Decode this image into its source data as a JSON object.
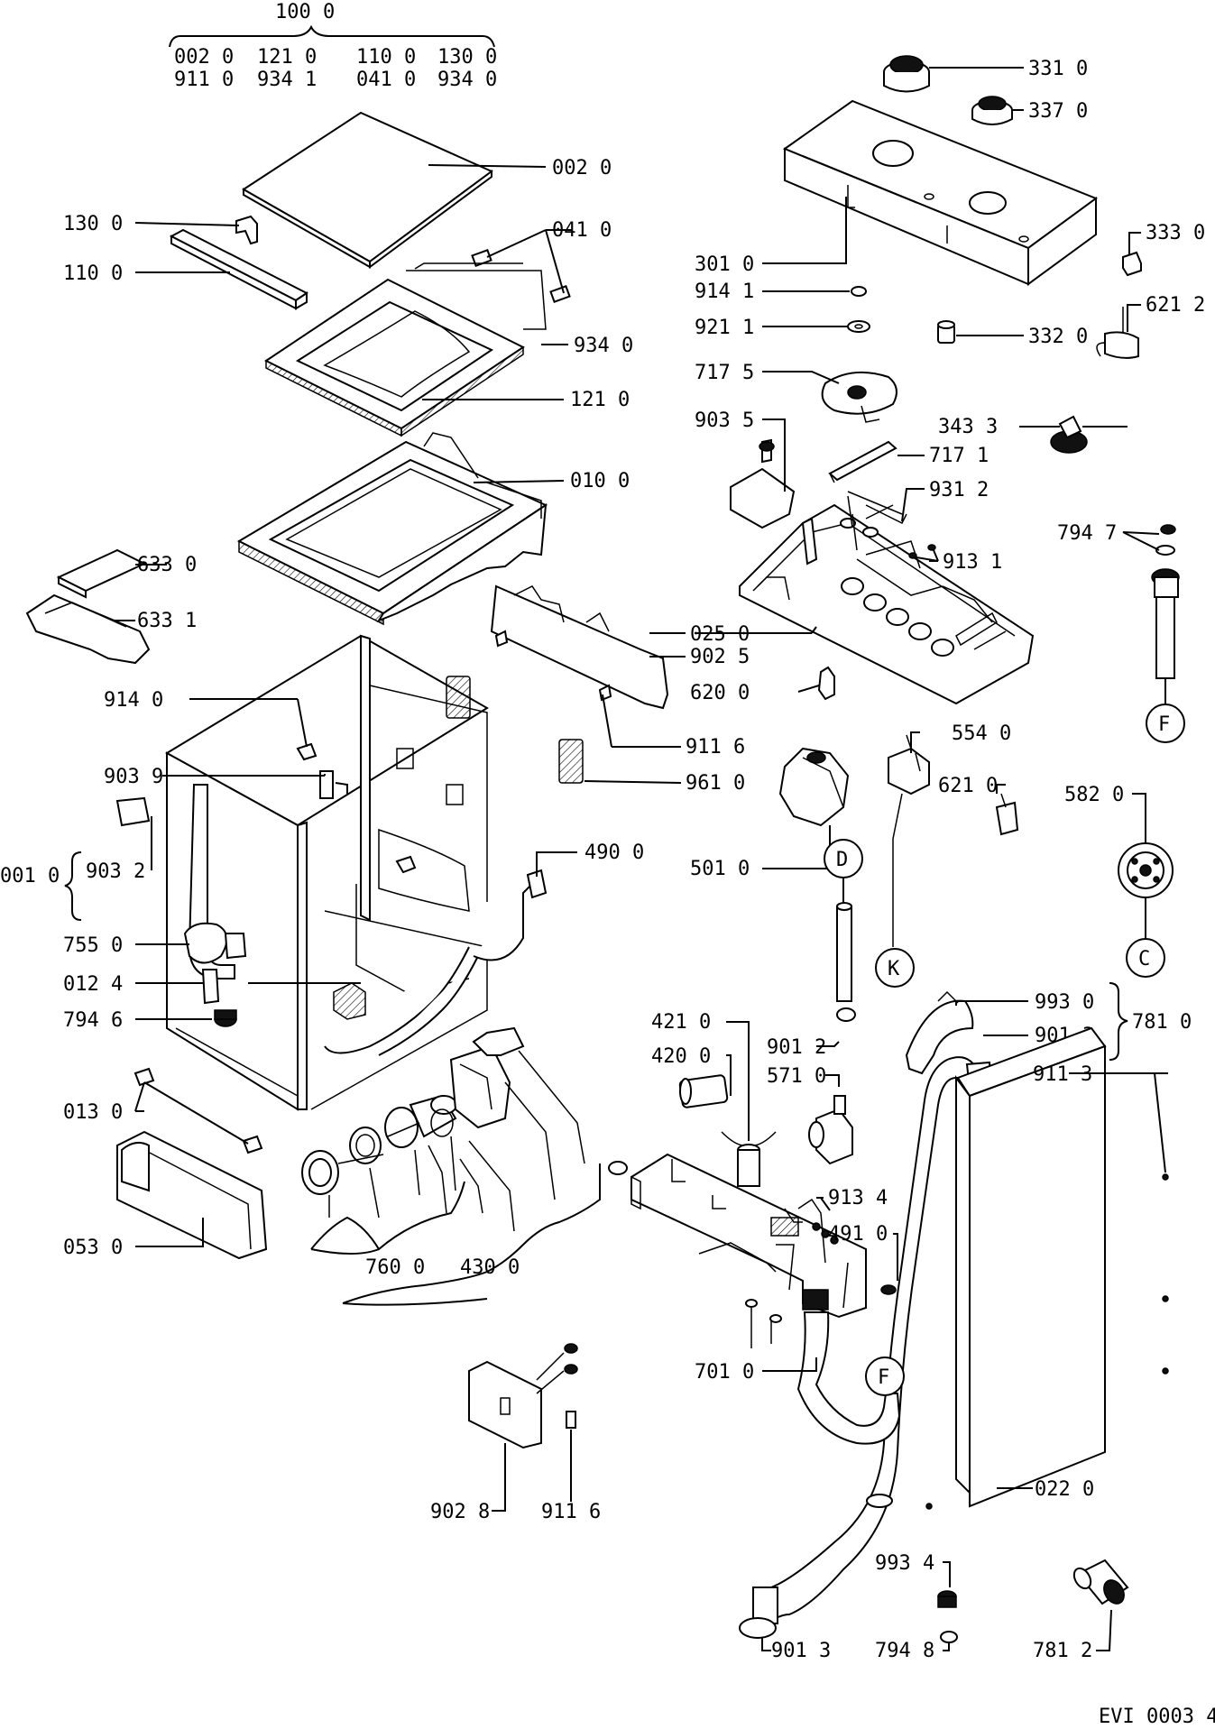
{
  "group_header": {
    "label": "100 0",
    "members_row1": [
      "002 0",
      "121 0",
      "110 0",
      "130 0"
    ],
    "members_row2": [
      "911 0",
      "934 1",
      "041 0",
      "934 0"
    ]
  },
  "labels": {
    "l_002_0": "002 0",
    "l_130_0": "130 0",
    "l_110_0": "110 0",
    "l_041_0": "041 0",
    "l_934_0": "934 0",
    "l_121_0": "121 0",
    "l_010_0": "010 0",
    "l_633_0": "633 0",
    "l_633_1": "633 1",
    "l_025_0": "025 0",
    "l_902_5": "902 5",
    "l_914_0": "914 0",
    "l_620_0": "620 0",
    "l_911_6a": "911 6",
    "l_903_9": "903 9",
    "l_961_0": "961 0",
    "l_001_0": "001 0",
    "l_903_2": "903 2",
    "l_501_0": "501 0",
    "l_490_0": "490 0",
    "l_755_0": "755 0",
    "l_012_4": "012 4",
    "l_794_6": "794 6",
    "l_013_0": "013 0",
    "l_053_0": "053 0",
    "l_760_0": "760 0",
    "l_430_0": "430 0",
    "l_902_8": "902 8",
    "l_911_6b": "911 6",
    "l_331_0": "331 0",
    "l_337_0": "337 0",
    "l_333_0": "333 0",
    "l_301_0": "301 0",
    "l_914_1": "914 1",
    "l_621_2": "621 2",
    "l_921_1": "921 1",
    "l_332_0": "332 0",
    "l_717_5": "717 5",
    "l_343_3": "343 3",
    "l_903_5": "903 5",
    "l_717_1": "717 1",
    "l_931_2": "931 2",
    "l_913_1": "913 1",
    "l_794_7": "794 7",
    "l_554_0": "554 0",
    "l_621_0": "621 0",
    "l_582_0": "582 0",
    "l_993_0": "993 0",
    "l_901_3a": "901 3",
    "l_781_0": "781 0",
    "l_421_0": "421 0",
    "l_420_0": "420 0",
    "l_901_2": "901 2",
    "l_571_0": "571 0",
    "l_911_3": "911 3",
    "l_913_4": "913 4",
    "l_491_0": "491 0",
    "l_701_0": "701 0",
    "l_022_0": "022 0",
    "l_993_4": "993 4",
    "l_901_3b": "901 3",
    "l_794_8": "794 8",
    "l_781_2": "781 2"
  },
  "connectors": {
    "F_top": "F",
    "F_bottom": "F",
    "D": "D",
    "K": "K",
    "C": "C"
  },
  "footer": {
    "code": "EVI 0003 4"
  }
}
